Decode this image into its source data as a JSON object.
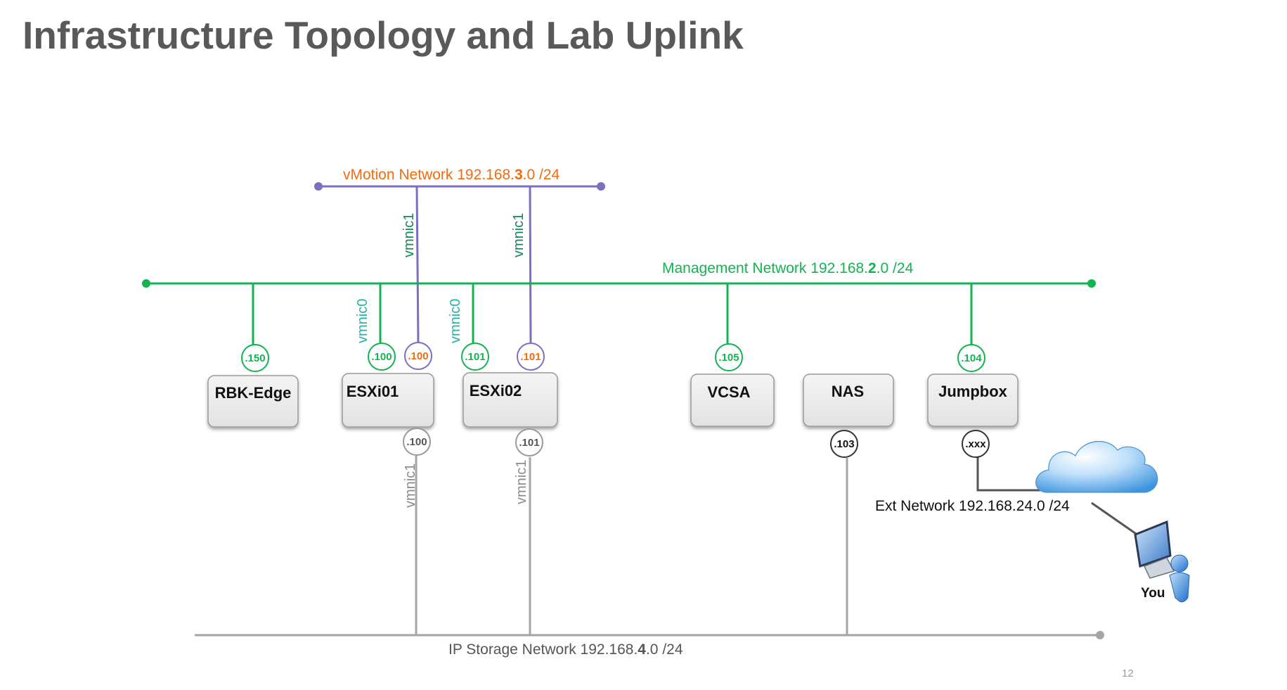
{
  "title": "Infrastructure Topology and Lab Uplink",
  "colors": {
    "management": "#13b351",
    "vmotion": "#7a70c0",
    "storage": "#a5a5a5",
    "orange": "#f26b10",
    "vmnic0": "#1fb5a8",
    "vmnic1_mgmt": "#108a57",
    "text": "#111111"
  },
  "networks": {
    "vmotion": {
      "prefix": "vMotion Network 192.168.",
      "octet": "3",
      "suffix": ".0 /24"
    },
    "management": {
      "prefix": "Management Network 192.168.",
      "octet": "2",
      "suffix": ".0 /24"
    },
    "storage": {
      "prefix": "IP Storage Network 192.168.",
      "octet": "4",
      "suffix": ".0 /24"
    },
    "external": "Ext Network 192.168.24.0 /24"
  },
  "nic_labels": {
    "esxi01_vmotion": "vmnic1",
    "esxi02_vmotion": "vmnic1",
    "esxi01_mgmt": "vmnic0",
    "esxi02_mgmt": "vmnic0",
    "esxi01_storage": "vmnic1",
    "esxi02_storage": "vmnic1"
  },
  "hosts": {
    "rbk_edge": {
      "label": "RBK-Edge",
      "mgmt_ip": ".150"
    },
    "esxi01": {
      "label": "ESXi01",
      "mgmt_ip": ".100",
      "vmotion_ip": ".100",
      "storage_ip": ".100"
    },
    "esxi02": {
      "label": "ESXi02",
      "mgmt_ip": ".101",
      "vmotion_ip": ".101",
      "storage_ip": ".101"
    },
    "vcsa": {
      "label": "VCSA",
      "mgmt_ip": ".105"
    },
    "nas": {
      "label": "NAS",
      "storage_ip": ".103"
    },
    "jumpbox": {
      "label": "Jumpbox",
      "mgmt_ip": ".104",
      "ext_ip": ".xxx"
    }
  },
  "user": {
    "label": "You"
  },
  "page_number": "12"
}
